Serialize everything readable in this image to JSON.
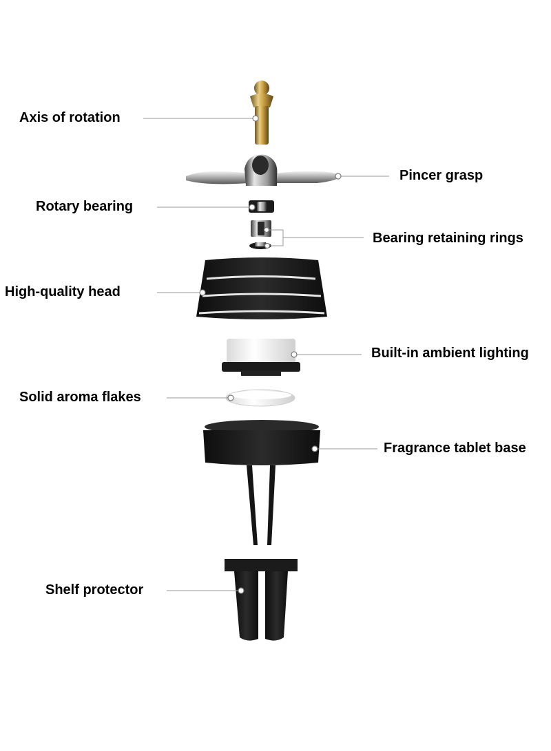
{
  "diagram": {
    "labels": {
      "axis_of_rotation": "Axis of rotation",
      "pincer_grasp": "Pincer grasp",
      "rotary_bearing": "Rotary bearing",
      "bearing_retaining_rings": "Bearing retaining rings",
      "high_quality_head": "High-quality head",
      "built_in_ambient_lighting": "Built-in ambient lighting",
      "solid_aroma_flakes": "Solid aroma flakes",
      "fragrance_tablet_base": "Fragrance tablet base",
      "shelf_protector": "Shelf protector"
    },
    "colors": {
      "leader_line": "#9a9a9a",
      "part_black": "#1a1a1a",
      "gold": "#c9a64a",
      "chrome": "#c8c8c8",
      "light_white": "#f4f4f4"
    }
  }
}
